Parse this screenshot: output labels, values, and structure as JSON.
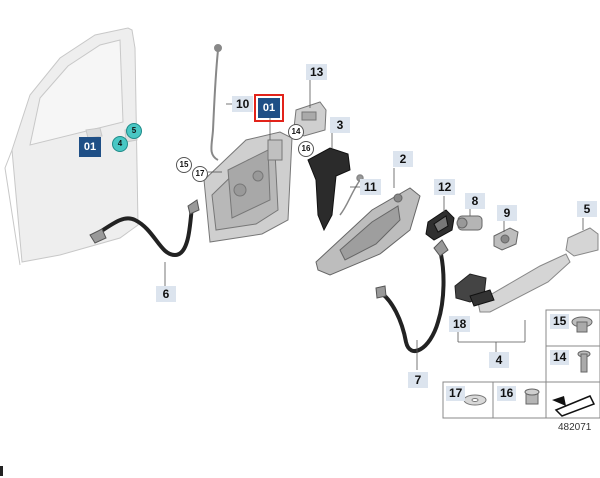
{
  "diagram": {
    "callouts": [
      "10",
      "01",
      "13",
      "3",
      "14",
      "16",
      "15",
      "17",
      "2",
      "11",
      "12",
      "8",
      "9",
      "5",
      "6",
      "18",
      "4",
      "7"
    ],
    "door_labels": {
      "main": "01",
      "circle_4": "4",
      "circle_5": "5"
    },
    "circle_refs": [
      "14",
      "16",
      "15",
      "17"
    ],
    "fastener_table": [
      {
        "number": "15"
      },
      {
        "number": "14"
      },
      {
        "number": "17"
      },
      {
        "number": "16"
      }
    ],
    "reference_number": "482071"
  },
  "colors": {
    "label_bg": "#dce4ee",
    "selected_bg": "#1f4f86",
    "selected_outline": "#e2231a",
    "teal": "#49c7c4"
  }
}
